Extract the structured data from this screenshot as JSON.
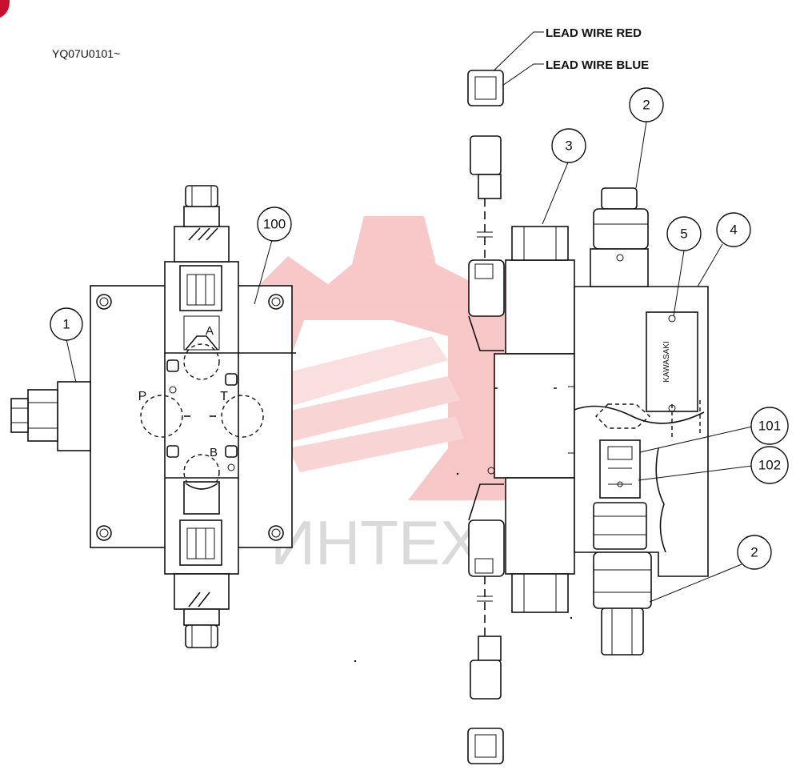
{
  "diagram": {
    "serial_code": "YQ07U0101~",
    "wire_labels": {
      "red": "LEAD WIRE RED",
      "blue": "LEAD WIRE BLUE"
    },
    "port_labels": {
      "a": "A",
      "b": "B",
      "p": "P",
      "t": "T"
    },
    "nameplate_text": "KAWASAKI",
    "watermark_text": "ИНТЕХ",
    "callouts": [
      {
        "id": "c1",
        "number": "1"
      },
      {
        "id": "c100",
        "number": "100"
      },
      {
        "id": "c3",
        "number": "3"
      },
      {
        "id": "c2-top",
        "number": "2"
      },
      {
        "id": "c5",
        "number": "5"
      },
      {
        "id": "c4",
        "number": "4"
      },
      {
        "id": "c101",
        "number": "101"
      },
      {
        "id": "c102",
        "number": "102"
      },
      {
        "id": "c2-bottom",
        "number": "2"
      }
    ]
  }
}
